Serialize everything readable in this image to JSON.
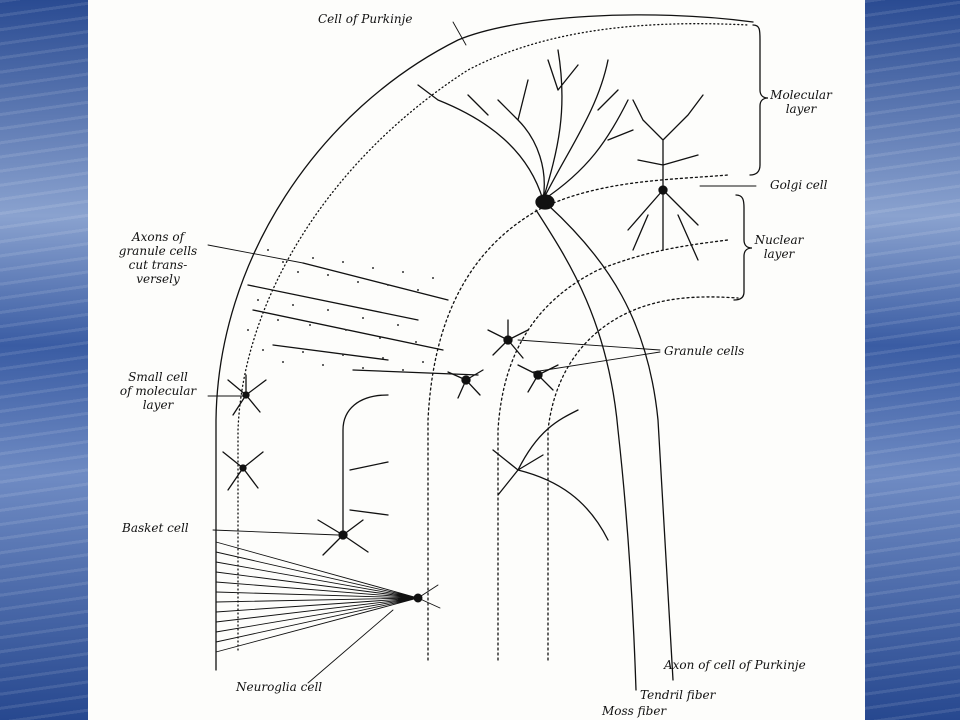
{
  "labels": {
    "purkinje": "Cell of Purkinje",
    "molecular_layer": [
      "Molecular",
      "layer"
    ],
    "golgi": "Golgi cell",
    "nuclear_layer": [
      "Nuclear",
      "layer"
    ],
    "axons_granule": [
      "Axons of",
      "granule cells",
      "cut trans-",
      "versely"
    ],
    "granule_cells": "Granule cells",
    "small_cell": [
      "Small cell",
      "of molecular",
      "layer"
    ],
    "basket": "Basket cell",
    "axon_purkinje": "Axon of cell of Purkinje",
    "neuroglia": "Neuroglia cell",
    "tendril": "Tendril fiber",
    "moss": "Moss fiber"
  }
}
